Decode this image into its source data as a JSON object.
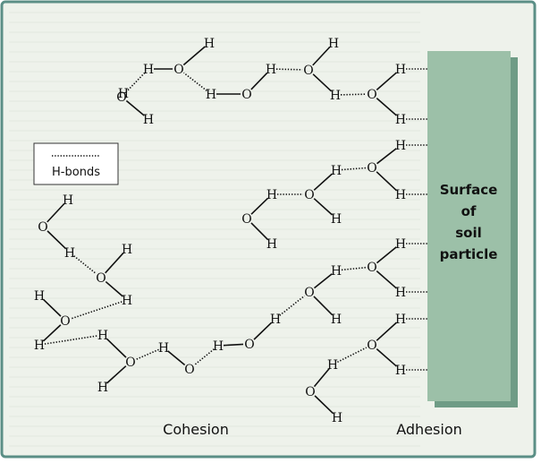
{
  "labels": {
    "legend": "H-bonds",
    "surface_line1": "Surface",
    "surface_line2": "of",
    "surface_line3": "soil",
    "surface_line4": "particle",
    "cohesion": "Cohesion",
    "adhesion": "Adhesion"
  },
  "atoms": {
    "oxygen": "O",
    "hydrogen": "H"
  },
  "colors": {
    "panel_bg": "#eef2eb",
    "panel_border": "#5b8f86",
    "surface_fill": "#9cc0a8",
    "surface_shadow": "#6f9c86"
  }
}
